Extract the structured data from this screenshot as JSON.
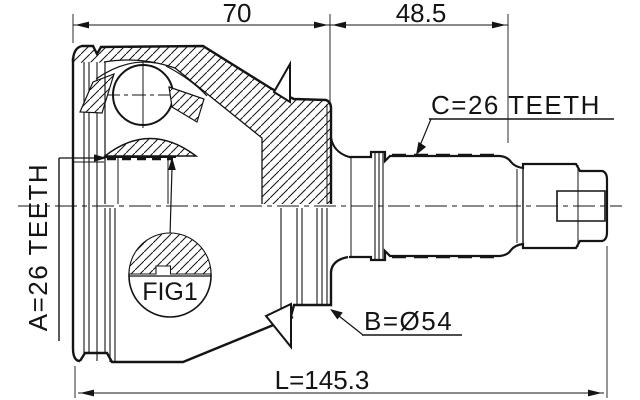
{
  "drawing": {
    "type": "technical-drawing-cv-joint",
    "colors": {
      "line": "#141414",
      "background": "#ffffff"
    },
    "dimensions": {
      "housing_width": "70",
      "spline_section_width": "48.5",
      "overall_length": "L=145.3"
    },
    "labels": {
      "inner_spline": "A=26 TEETH",
      "shaft_spline": "C=26 TEETH",
      "flange_diameter": "B=Ø54",
      "figure_callout": "FIG1"
    }
  }
}
